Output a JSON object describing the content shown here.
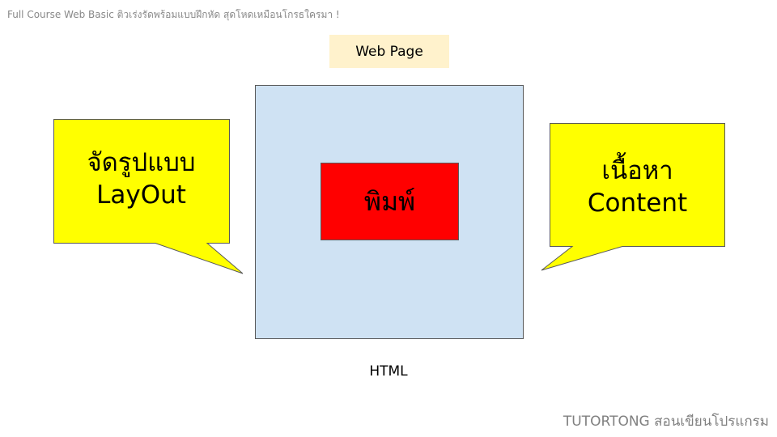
{
  "header": {
    "course_title": "Full Course Web Basic ติวเร่งรัดพร้อมแบบฝึกหัด สุดโหดเหมือนโกรธใครมา !"
  },
  "diagram": {
    "web_page_label": "Web Page",
    "print_label": "พิมพ์",
    "layout_callout": {
      "line1": "จัดรูปแบบ",
      "line2": "LayOut"
    },
    "content_callout": {
      "line1": "เนื้อหา",
      "line2": "Content"
    },
    "html_label": "HTML"
  },
  "footer": {
    "brand": "TUTORTONG สอนเขียนโปรแกรม"
  },
  "colors": {
    "callout_fill": "#ffff00",
    "page_fill": "#cfe2f3",
    "print_fill": "#ff0000",
    "label_fill": "#fff2cc"
  }
}
